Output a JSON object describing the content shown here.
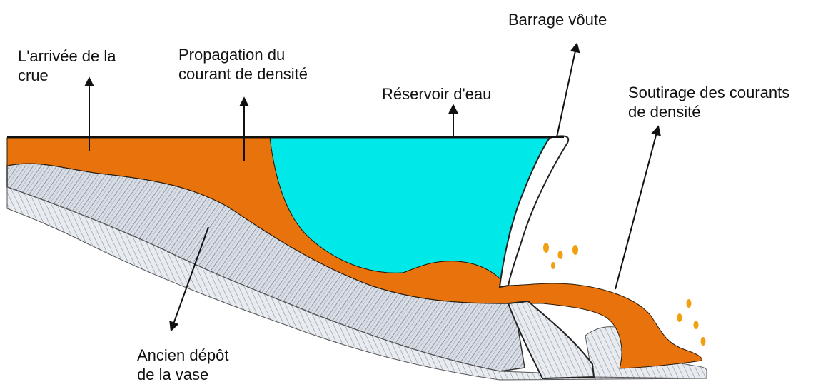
{
  "labels": {
    "arrival": [
      "L'arrivée de la",
      "crue"
    ],
    "propagation": [
      "Propagation du",
      "courant de densité"
    ],
    "reservoir": "Réservoir d'eau",
    "dam": "Barrage vôute",
    "withdrawal": [
      "Soutirage  des courants",
      "de densité"
    ],
    "old_deposit": [
      "Ancien dépôt",
      "de la vase"
    ]
  },
  "colors": {
    "turbidity_current": "#e8730c",
    "water": "#00e8e8",
    "sediment": "#d6dbe3",
    "dam": "#ffffff",
    "ink": "#111111"
  }
}
